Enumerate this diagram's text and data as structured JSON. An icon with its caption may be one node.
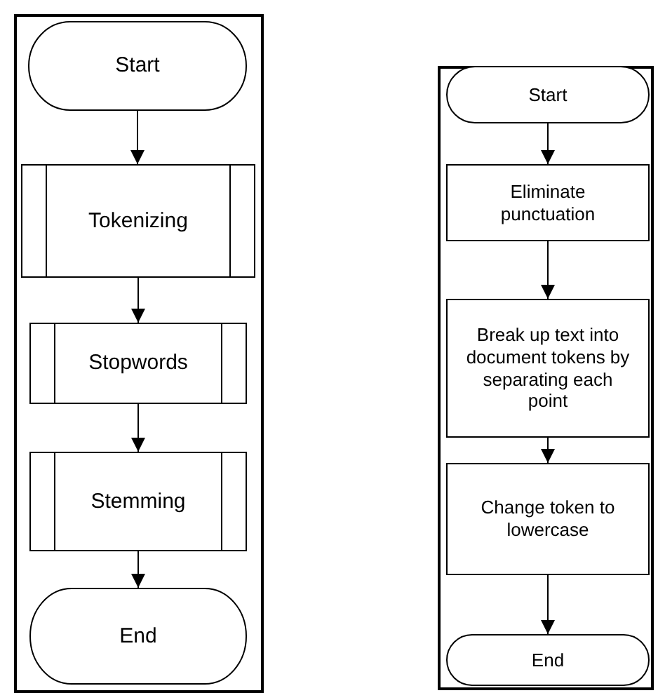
{
  "diagram": {
    "nodes": [
      {
        "text": [],
        "shape": "box"
      },
      {
        "text": [
          "Start"
        ],
        "in": 0
      },
      {
        "text": [
          "Tokenizing"
        ],
        "in": 0
      },
      {
        "text": [
          "Stopwords"
        ],
        "in": 0
      },
      {
        "text": [
          "Stemming"
        ],
        "in": 0
      },
      {
        "text": [
          "End"
        ],
        "in": 0
      },
      {
        "text": [],
        "shape": "box"
      },
      {
        "text": [
          "Start"
        ],
        "in": 6
      },
      {
        "text": [
          "Eliminate punctuation"
        ],
        "in": 6
      },
      {
        "text": [
          "Break up text into document tokens by separating each point"
        ],
        "in": 6
      },
      {
        "text": [
          "Change token to lowercase"
        ],
        "in": 6
      },
      {
        "text": [
          "End"
        ],
        "in": 6
      }
    ],
    "edges": [
      {
        "from": 1,
        "to": 2,
        "arrow": "to"
      },
      {
        "from": 2,
        "to": 3,
        "arrow": "to"
      },
      {
        "from": 3,
        "to": 4,
        "arrow": "to"
      },
      {
        "from": 4,
        "to": 5,
        "arrow": "to"
      },
      {
        "from": 7,
        "to": 8,
        "arrow": "to"
      },
      {
        "from": 8,
        "to": 9,
        "arrow": "to"
      },
      {
        "from": 9,
        "to": 10,
        "arrow": "to"
      },
      {
        "from": 10,
        "to": 11,
        "arrow": "to"
      }
    ]
  }
}
